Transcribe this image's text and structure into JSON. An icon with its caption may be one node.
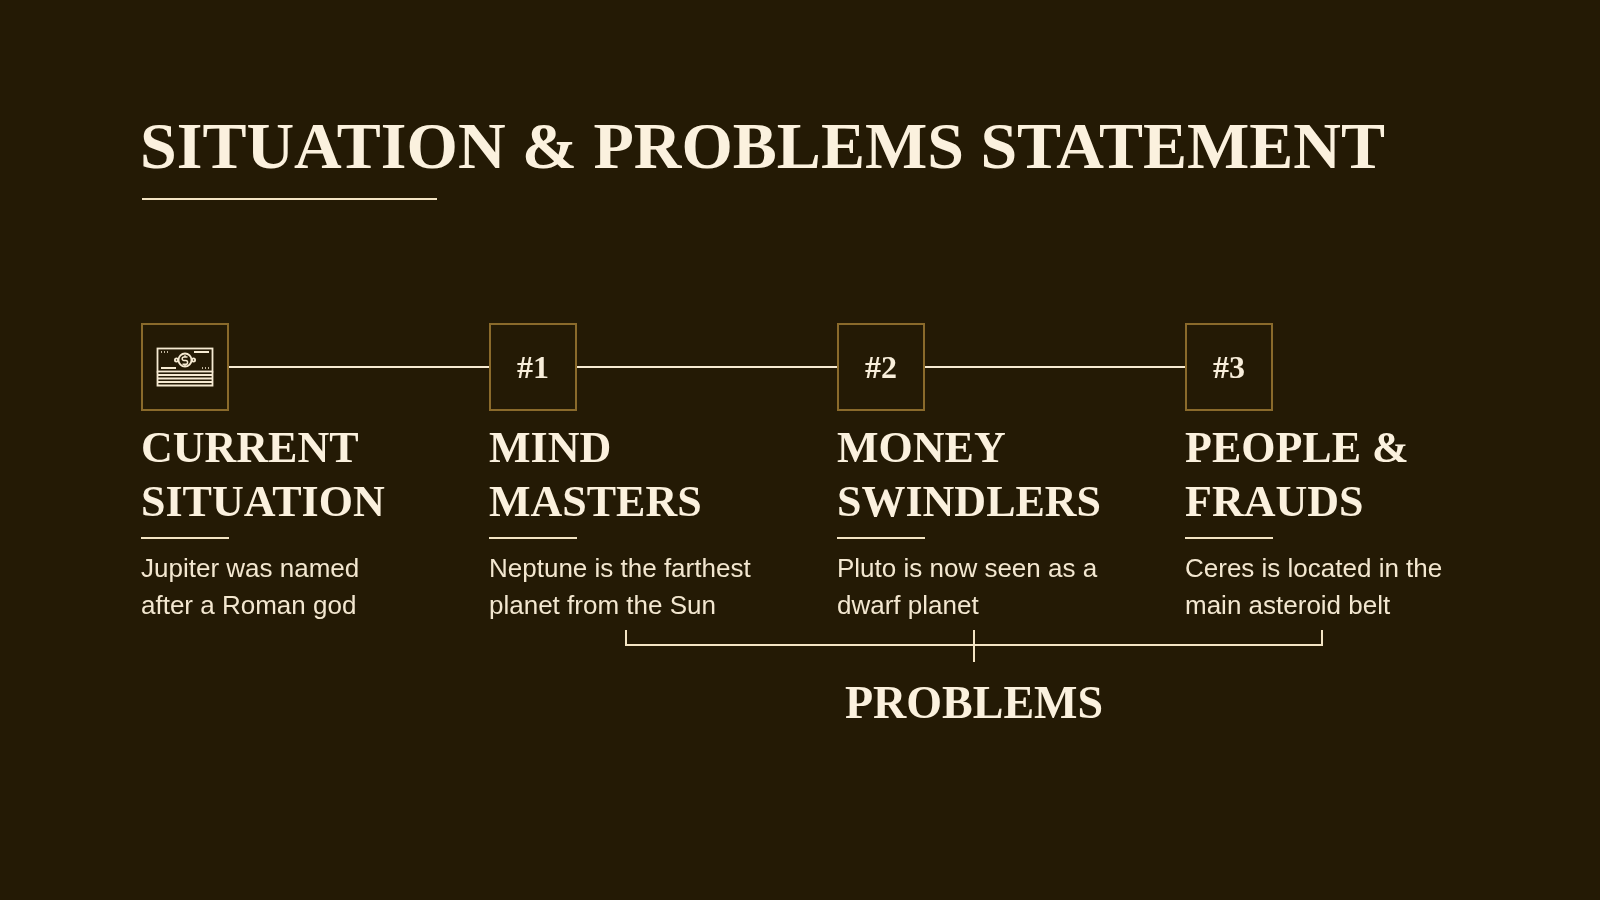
{
  "diagram": {
    "title": "SITUATION & PROBLEMS STATEMENT",
    "nodes": [
      {
        "text": [],
        "shape": "picture",
        "beside": [
          "CURRENT SITUATION",
          "Jupiter was named after a Roman god"
        ]
      },
      {
        "text": [
          "#1"
        ],
        "beside": [
          "MIND MASTERS",
          "Neptune is the farthest planet from the Sun"
        ]
      },
      {
        "text": [
          "#2"
        ],
        "beside": [
          "MONEY SWINDLERS",
          "Pluto is now seen as a dwarf planet"
        ]
      },
      {
        "text": [
          "#3"
        ],
        "beside": [
          "PEOPLE & FRAUDS",
          "Ceres is located in the main asteroid belt"
        ]
      }
    ],
    "edges": [
      {
        "from": 0,
        "to": 1,
        "arrow": "none"
      },
      {
        "from": 1,
        "to": 2,
        "arrow": "none"
      },
      {
        "from": 2,
        "to": 3,
        "arrow": "none"
      }
    ],
    "labels": [
      "PROBLEMS"
    ]
  }
}
